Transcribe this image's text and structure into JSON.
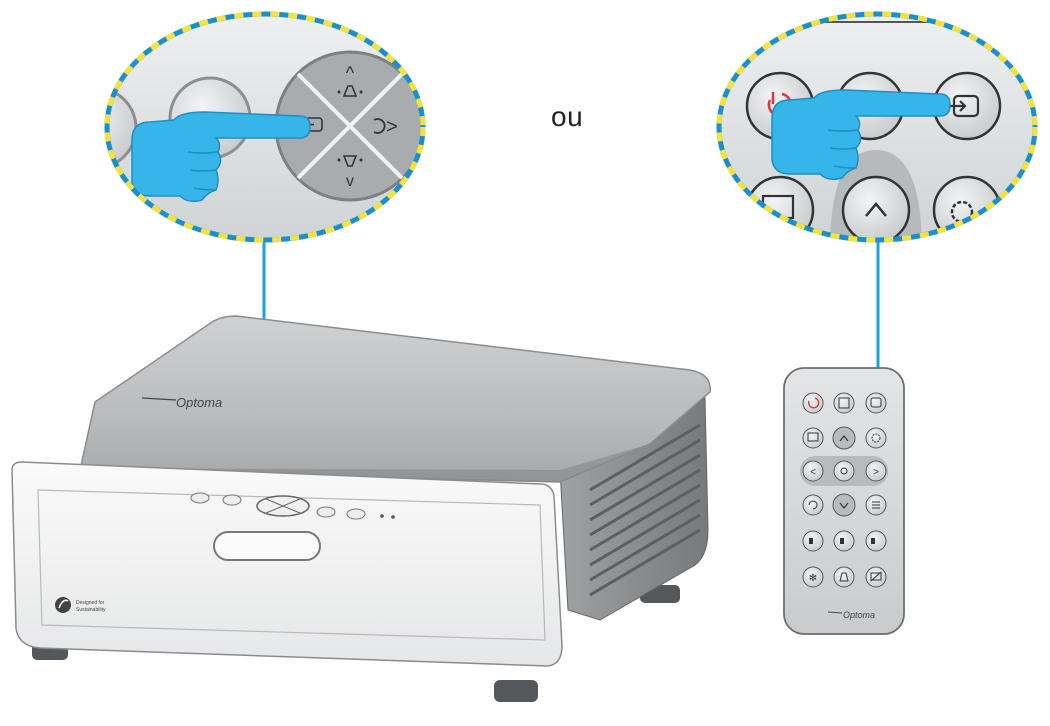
{
  "separator_text": "ou",
  "projector": {
    "brand": "Optoma",
    "badge_line1": "Designed for",
    "badge_line2": "Sustainability"
  },
  "remote": {
    "brand": "Optoma"
  },
  "icons": {
    "hand": "pointing-hand-icon",
    "source": "source-input-icon",
    "power": "power-icon",
    "settings": "gear-icon",
    "keystone": "keystone-icon"
  },
  "colors": {
    "hand": "#35b5e9",
    "callout_line": "#1aa3d8",
    "zoom_border_blue": "#1a8fd0",
    "zoom_border_yellow": "#f5e23a",
    "power_red": "#e0323c"
  }
}
